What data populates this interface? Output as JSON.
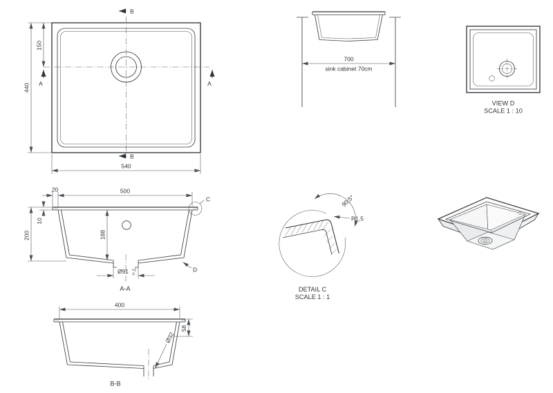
{
  "meta": {
    "background": "#ffffff",
    "line_color": "#30353a",
    "dimension_color": "#4a5056"
  },
  "plan_view": {
    "width_dim": "540",
    "height_dim": "440",
    "drain_offset_dim": "150",
    "section_label_a": "A",
    "section_label_b": "B"
  },
  "cabinet_view": {
    "width_dim": "700",
    "caption": "sink cabinet 70cm"
  },
  "view_d": {
    "title": "VIEW D",
    "scale": "SCALE 1 : 10"
  },
  "section_aa": {
    "title": "A-A",
    "bowl_width_dim": "500",
    "lip_dim": "20",
    "rim_thickness_dim": "10",
    "depth_dim": "200",
    "inner_depth_dim": "188",
    "drain_dim": "Ø91",
    "drain_tol_upper": "+2",
    "drain_tol_lower": "0",
    "detail_label_c": "C",
    "detail_label_d": "D"
  },
  "detail_c": {
    "title": "DETAIL C",
    "scale": "SCALE 1 : 1",
    "radius_dim": "R1,5",
    "angle_dim": "90,5°"
  },
  "section_bb": {
    "title": "B-B",
    "bowl_width_dim": "400",
    "depth_dim": "58",
    "drain_pipe_dim": "Ø32"
  }
}
